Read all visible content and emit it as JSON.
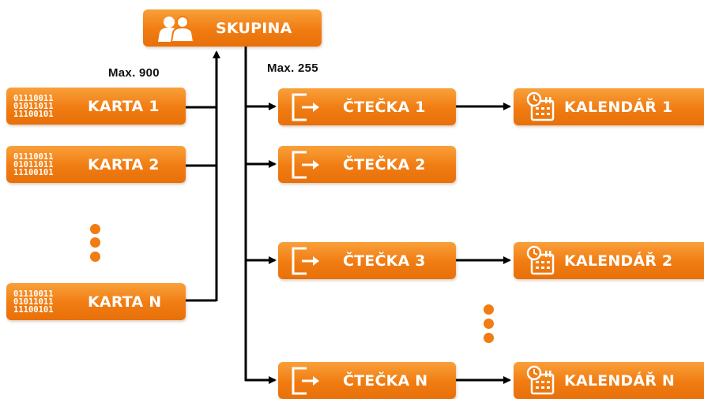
{
  "group": {
    "label": "SKUPINA"
  },
  "annotations": {
    "max_cards": "Max. 900",
    "max_readers": "Max. 255"
  },
  "cards": [
    {
      "label": "KARTA 1",
      "binary": [
        "01110011",
        "01011011",
        "11100101"
      ]
    },
    {
      "label": "KARTA 2",
      "binary": [
        "01110011",
        "01011011",
        "11100101"
      ]
    },
    {
      "label": "KARTA N",
      "binary": [
        "01110011",
        "01011011",
        "11100101"
      ]
    }
  ],
  "readers": [
    {
      "label": "ČTEČKA 1"
    },
    {
      "label": "ČTEČKA 2"
    },
    {
      "label": "ČTEČKA 3"
    },
    {
      "label": "ČTEČKA N"
    }
  ],
  "calendars": [
    {
      "label": "KALENDÁŘ 1"
    },
    {
      "label": "KALENDÁŘ 2"
    },
    {
      "label": "KALENDÁŘ N"
    }
  ],
  "colors": {
    "accent": "#f07c12",
    "line": "#000000",
    "text_on_box": "#ffffff"
  },
  "icons": {
    "group": "users-icon",
    "reader": "door-exit-icon",
    "calendar": "calendar-clock-icon"
  }
}
